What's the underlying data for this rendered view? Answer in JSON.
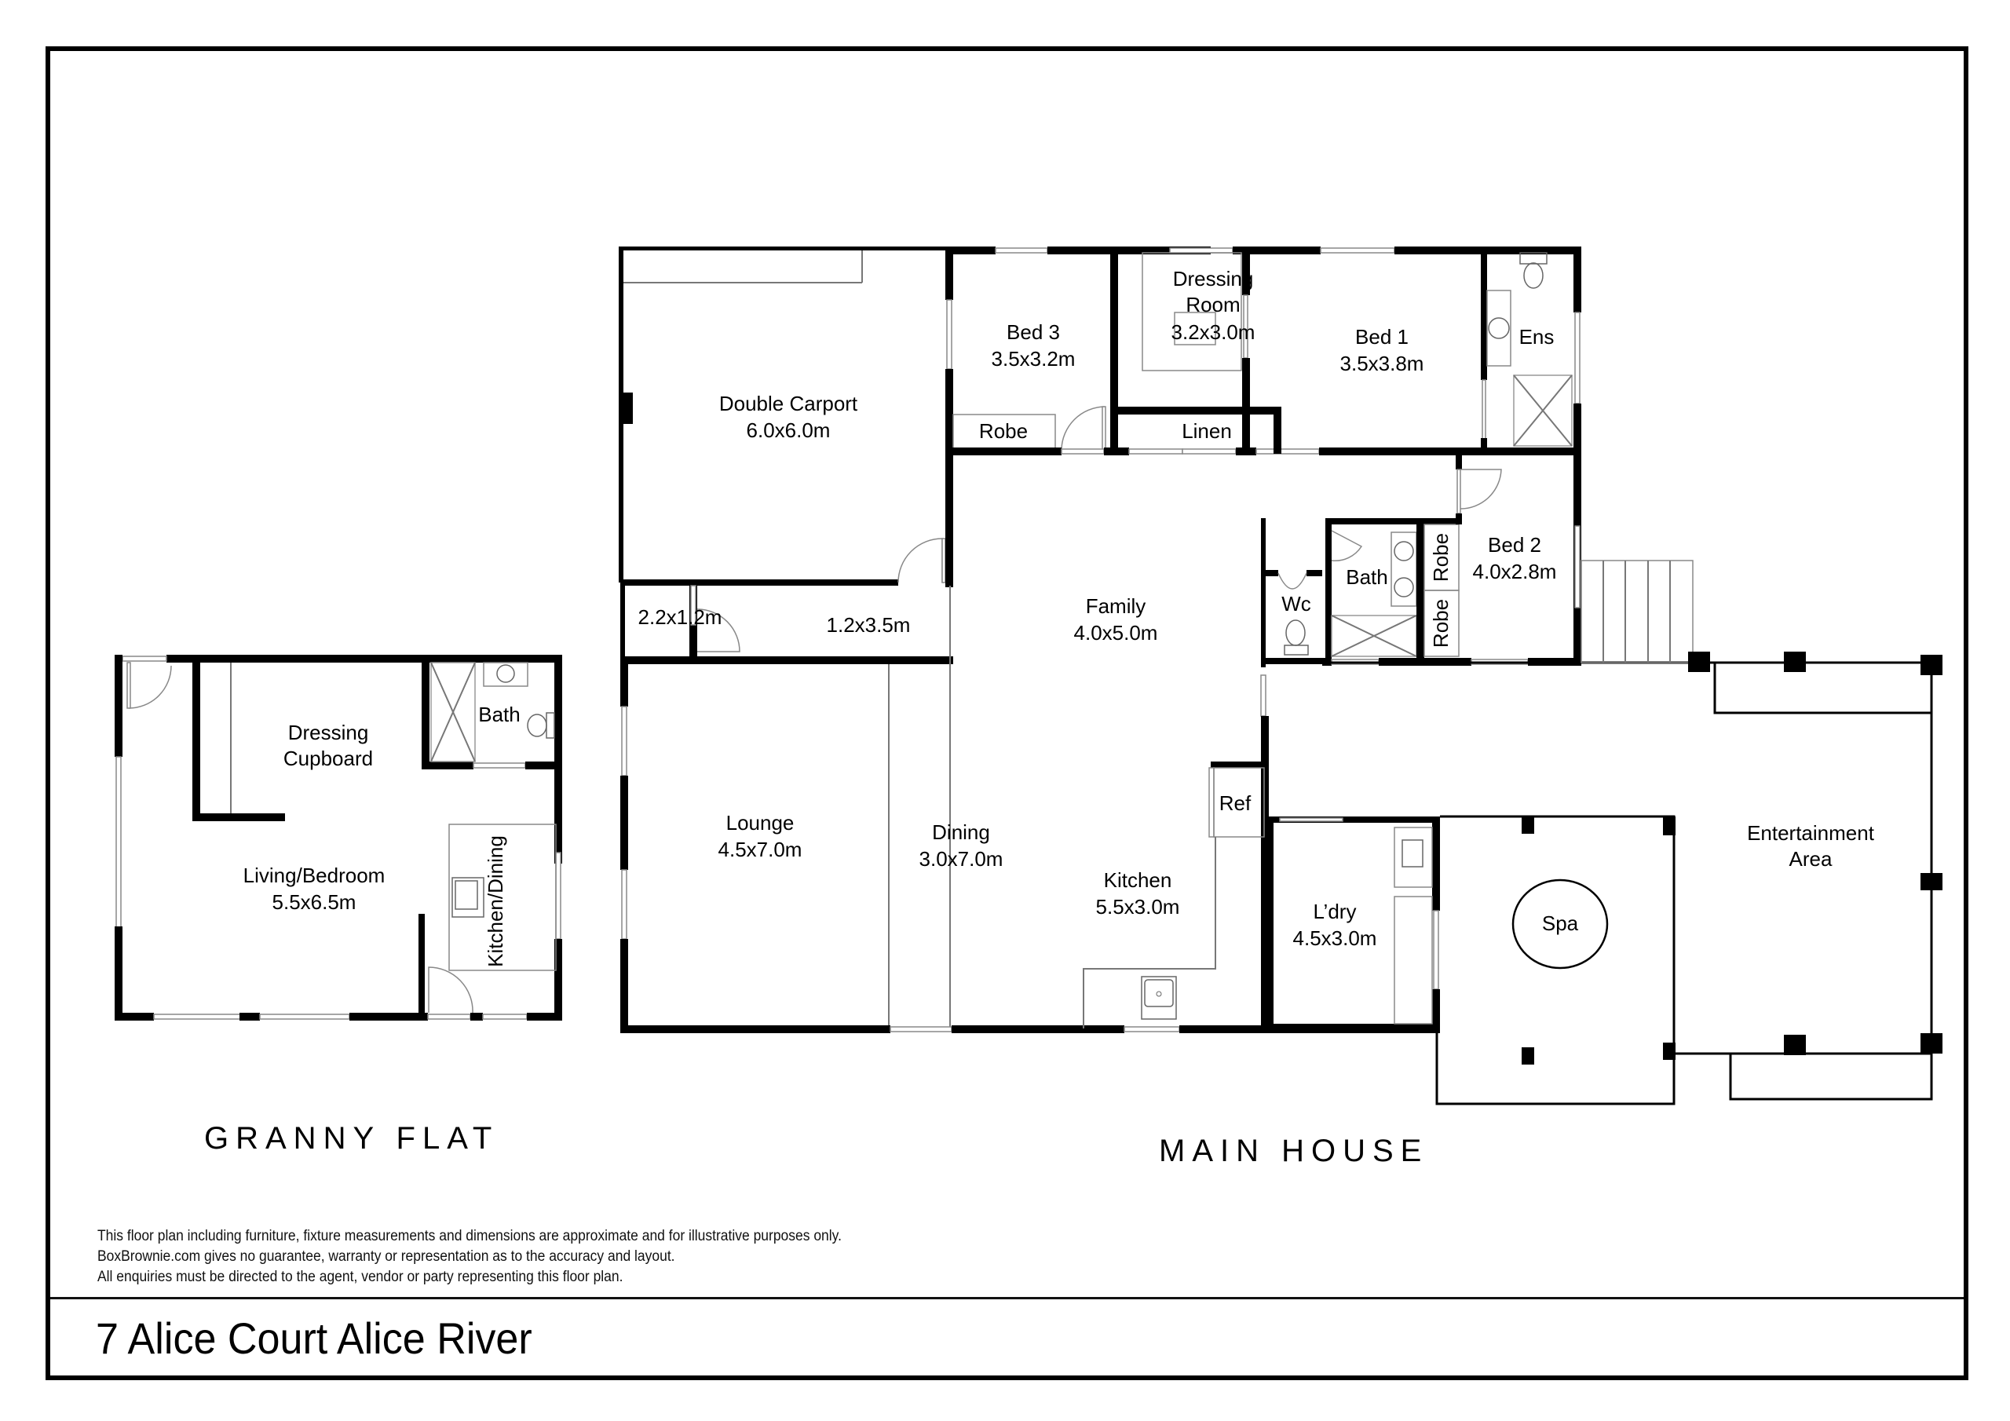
{
  "property": {
    "address": "7 Alice Court Alice River"
  },
  "sections": {
    "granny_flat": "GRANNY FLAT",
    "main_house": "MAIN HOUSE"
  },
  "disclaimer": {
    "line1": "This floor plan including furniture, fixture measurements and dimensions are approximate and for illustrative purposes only.",
    "line2": "BoxBrownie.com gives no guarantee, warranty or representation as to the accuracy and layout.",
    "line3": "All enquiries must be directed to the agent, vendor or party representing this floor plan."
  },
  "main_house": {
    "rooms": {
      "carport": {
        "name": "Double Carport",
        "dim": "6.0x6.0m"
      },
      "bed3": {
        "name": "Bed 3",
        "dim": "3.5x3.2m"
      },
      "bed3_robe": {
        "name": "Robe"
      },
      "dressing_room": {
        "name_line1": "Dressing",
        "name_line2": "Room",
        "dim": "3.2x3.0m"
      },
      "linen": {
        "name": "Linen"
      },
      "bed1": {
        "name": "Bed 1",
        "dim": "3.5x3.8m"
      },
      "ensuite": {
        "name": "Ens"
      },
      "store": {
        "dim": "2.2x1.2m"
      },
      "hall": {
        "dim": "1.2x3.5m"
      },
      "family": {
        "name": "Family",
        "dim": "4.0x5.0m"
      },
      "wc": {
        "name": "Wc"
      },
      "bath": {
        "name": "Bath"
      },
      "bed2_robe_top": {
        "name": "Robe"
      },
      "bed2_robe_bottom": {
        "name": "Robe"
      },
      "bed2": {
        "name": "Bed 2",
        "dim": "4.0x2.8m"
      },
      "lounge": {
        "name": "Lounge",
        "dim": "4.5x7.0m"
      },
      "dining": {
        "name": "Dining",
        "dim": "3.0x7.0m"
      },
      "ref": {
        "name": "Ref"
      },
      "kitchen": {
        "name": "Kitchen",
        "dim": "5.5x3.0m"
      },
      "laundry": {
        "name": "L’dry",
        "dim": "4.5x3.0m"
      },
      "spa": {
        "name": "Spa"
      },
      "entertainment": {
        "name_line1": "Entertainment",
        "name_line2": "Area"
      }
    }
  },
  "granny_flat": {
    "rooms": {
      "dressing": {
        "name_line1": "Dressing",
        "name_line2": "Cupboard"
      },
      "bath": {
        "name": "Bath"
      },
      "living": {
        "name": "Living/Bedroom",
        "dim": "5.5x6.5m"
      },
      "kitchen": {
        "name": "Kitchen/Dining"
      }
    }
  }
}
